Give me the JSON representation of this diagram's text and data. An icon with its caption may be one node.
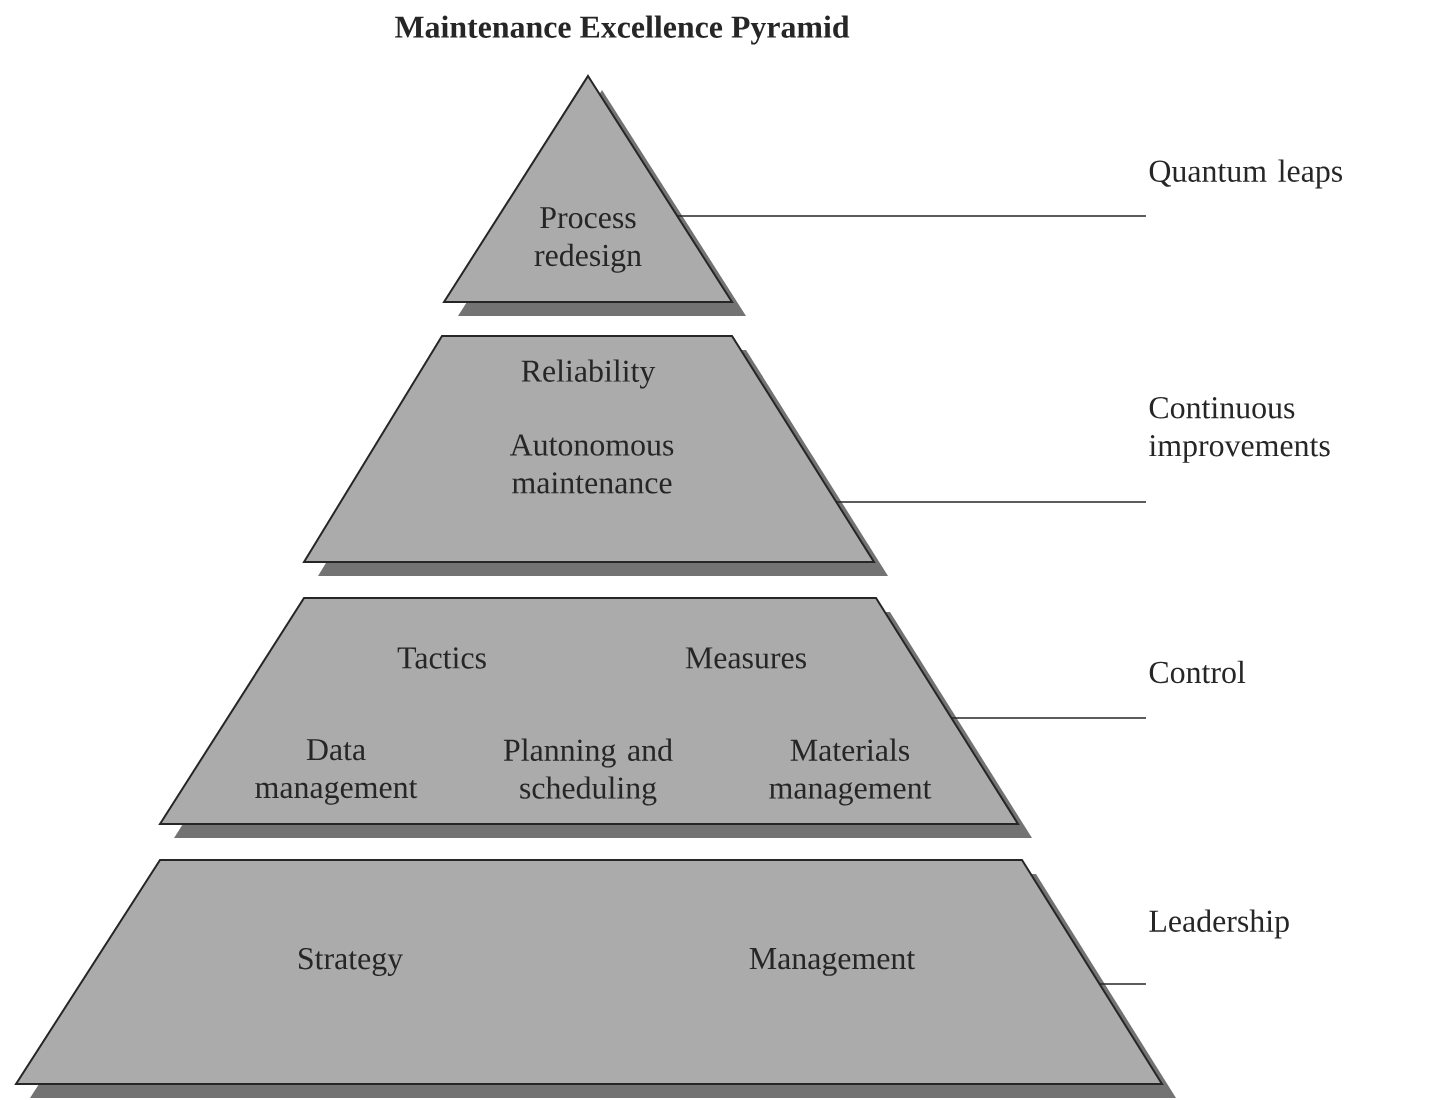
{
  "diagram": {
    "title": "Maintenance Excellence Pyramid",
    "nodes": [
      {
        "text": [
          "Process redesign"
        ]
      },
      {
        "text": [
          "Reliability",
          "Autonomous maintenance"
        ]
      },
      {
        "text": [
          "Tactics",
          "Measures",
          "Data management",
          "Planning and scheduling",
          "Materials management"
        ]
      },
      {
        "text": [
          "Strategy",
          "Management"
        ]
      },
      {
        "text": [
          "Quantum leaps"
        ]
      },
      {
        "text": [
          "Continuous improvements"
        ]
      },
      {
        "text": [
          "Control"
        ]
      },
      {
        "text": [
          "Leadership"
        ]
      }
    ],
    "edges": [
      {
        "from": 4,
        "to": 0,
        "arrow": "none"
      },
      {
        "from": 5,
        "to": 1,
        "arrow": "none"
      },
      {
        "from": 6,
        "to": 2,
        "arrow": "none"
      },
      {
        "from": 7,
        "to": 3,
        "arrow": "none"
      }
    ]
  }
}
